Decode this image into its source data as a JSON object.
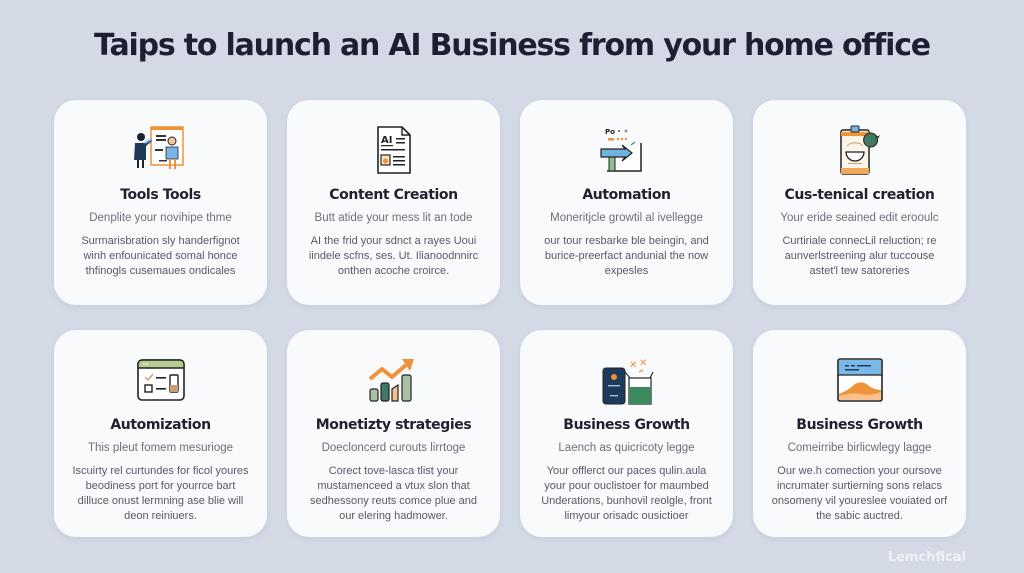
{
  "header": {
    "title": "Taips to launch an AI Business from your home office"
  },
  "cards": [
    {
      "title": "Tools Tools",
      "icon": "presentation-people-icon",
      "subtitle": "Denplite your novihipe thme",
      "body": "Surmarisbration sly handerfignot winh enfounicated somal honce thfinogls cusemaues ondicales"
    },
    {
      "title": "Content Creation",
      "icon": "document-icon",
      "subtitle": "Butt atide your mess lit an tode",
      "body": "AI the frid your sdnct a rayes Uoui iindele scfns, ses. Ut. Ilianoodnnirc onthen acoche croirce."
    },
    {
      "title": "Automation",
      "icon": "arrow-board-icon",
      "subtitle": "Moneritjcle growtil al ivellegge",
      "body": "our tour resbarke ble beingin, and burice-preerfact andunial the now expesles"
    },
    {
      "title": "Cus-tenical creation",
      "icon": "clipboard-icon",
      "subtitle": "Your eride seained edit erooulc",
      "body": "Curtiriale connecLil reluction; re aunverlstreening alur tuccouse astet'l tew satoreries"
    },
    {
      "title": "Automization",
      "icon": "checklist-window-icon",
      "subtitle": "This pleut fomem mesurioge",
      "body": "Iscuirty rel curtundes for ficol youres beodiness port for yourrce bart dilluce onust lermning ase blie will deon reiniuers."
    },
    {
      "title": "Monetizty strategies",
      "icon": "growth-chart-icon",
      "subtitle": "Doecloncerd curouts lirrtoge",
      "body": "Corect tove-lasca tlist your mustamenceed a vtux slon that sedhessony reuts comce plue and our elering hadmower."
    },
    {
      "title": "Business Growth",
      "icon": "devices-icon",
      "subtitle": "Laench as quicricoty legge",
      "body": "Your offlerct our paces qulin.aula your pour ouclistoer for maumbed Underations, bunhovil reolgle, front limyour orisadc ousictioer"
    },
    {
      "title": "Business Growth",
      "icon": "landscape-window-icon",
      "subtitle": "Comeirribe birlicwlegy lagge",
      "body": "Our we.h comection your oursove incrumater surtierning sons relacs onsomeny vil youreslee vouiated orf the sabic auctred."
    }
  ],
  "watermark": "Lemchfical",
  "colors": {
    "background": "#d3dae6",
    "card": "#f9fafc",
    "title": "#1d2033",
    "accent_orange": "#f0923a",
    "accent_green": "#3f7a63",
    "accent_navy": "#1e3a5a",
    "accent_blue": "#6fb2e0"
  }
}
